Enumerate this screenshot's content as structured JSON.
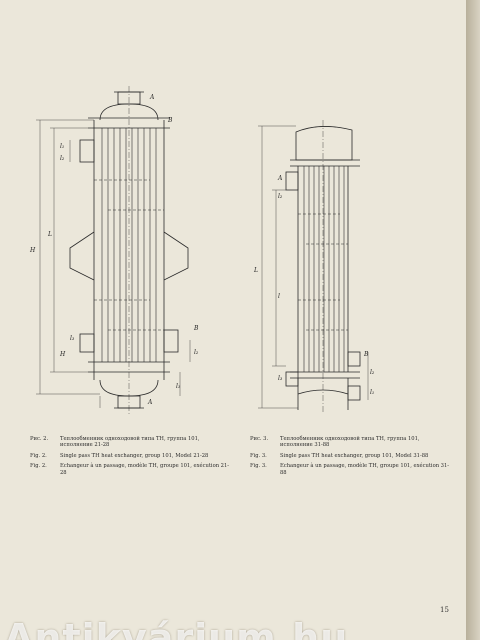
{
  "figure_left": {
    "labels": {
      "A_top": "A",
      "A_bottom": "A",
      "B_top": "B",
      "B_bottom": "B",
      "H_mid": "H",
      "H_bottom": "H",
      "L": "L",
      "l1_top": "l₁",
      "l1_bottom": "l₁",
      "l2_top": "l₂",
      "l2_bottom": "l₂",
      "l3": "l₃"
    }
  },
  "figure_right": {
    "labels": {
      "A": "A",
      "B": "B",
      "L": "L",
      "l": "l",
      "l1": "l₁",
      "l2_top": "l₂",
      "l2_bottom": "l₂",
      "l3": "l₃"
    }
  },
  "captions": {
    "left": [
      {
        "label": "Рис. 2.",
        "text": "Теплообменник одноходовой типа TH, группа 101, исполнение 21-28"
      },
      {
        "label": "Fig. 2.",
        "text": "Single pass TH heat exchanger, group 101, Model 21-28"
      },
      {
        "label": "Fig. 2.",
        "text": "Echangeur à un passage, modèle TH, groupe 101, exécution 21-28"
      }
    ],
    "right": [
      {
        "label": "Рис. 3.",
        "text": "Теплообменник одноходовой типа TH, группа 101, исполнение 31-88"
      },
      {
        "label": "Fig. 3.",
        "text": "Single pass TH heat exchanger, group 101, Model 31-88"
      },
      {
        "label": "Fig. 3.",
        "text": "Echangeur à un passage, modèle TH, groupe 101, exécution 31-88"
      }
    ]
  },
  "page_number": "15",
  "watermark": "Antikvárium.hu"
}
